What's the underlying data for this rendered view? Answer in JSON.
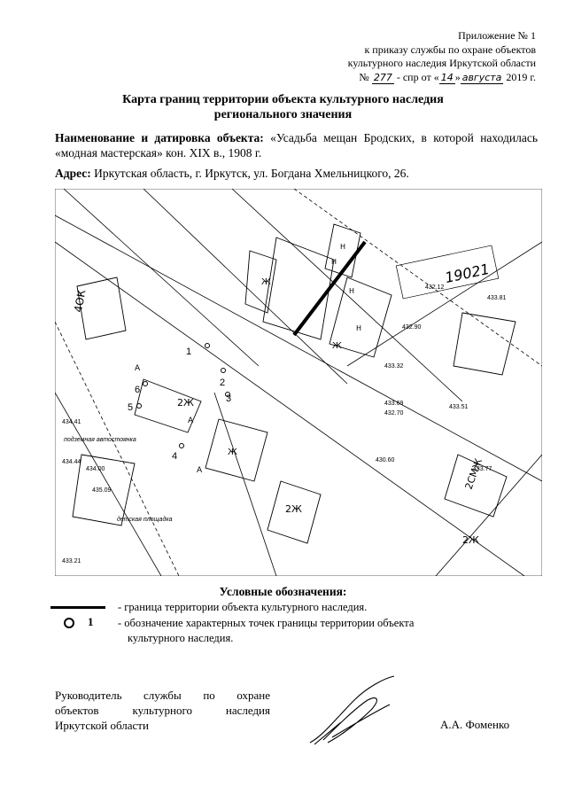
{
  "annex": {
    "line1": "Приложение № 1",
    "line2": "к приказу службы по охране объектов",
    "line3": "культурного наследия Иркутской области",
    "number_prefix": "№",
    "number": "277",
    "middle": "- спр от «",
    "day": "14",
    "month": "августа",
    "year": "2019 г."
  },
  "title": {
    "line1": "Карта границ территории объекта культурного наследия",
    "line2": "регионального значения"
  },
  "object": {
    "name_label": "Наименование и датировка объекта:",
    "name_value": "«Усадьба мещан Бродских, в которой находилась «модная мастерская» кон. XIX в., 1908 г.",
    "address_label": "Адрес:",
    "address_value": "Иркутская область, г. Иркутск, ул. Богдана Хмельницкого, 26."
  },
  "map": {
    "boundary_point_labels": [
      "1",
      "2",
      "3",
      "4",
      "5",
      "6"
    ],
    "building_labels": [
      "Ж",
      "Ж",
      "Ж",
      "Н",
      "Н",
      "Н",
      "Н",
      "2Ж",
      "2Ж",
      "4ОК",
      "2СМЖ",
      "2Ж",
      "А",
      "А",
      "А"
    ],
    "elevation_labels": [
      "433.32",
      "432.90",
      "433.51",
      "432.12",
      "433.81",
      "434.41",
      "434.44",
      "434.00",
      "433.21",
      "432.70",
      "433.69",
      "430.60",
      "433.77",
      "435.09"
    ],
    "stamp_number": "19021",
    "area_labels": [
      "подземная автостоянка",
      "детская площадка"
    ]
  },
  "legend": {
    "title": "Условные обозначения:",
    "line_desc": "- граница территории объекта культурного наследия.",
    "point_num": "1",
    "point_desc_1": "- обозначение характерных точек границы территории объекта",
    "point_desc_2": "культурного наследия."
  },
  "signature": {
    "position_line1": "Руководитель службы по охране",
    "position_line2": "объектов культурного наследия",
    "position_line3": "Иркутской области",
    "name": "А.А. Фоменко"
  }
}
